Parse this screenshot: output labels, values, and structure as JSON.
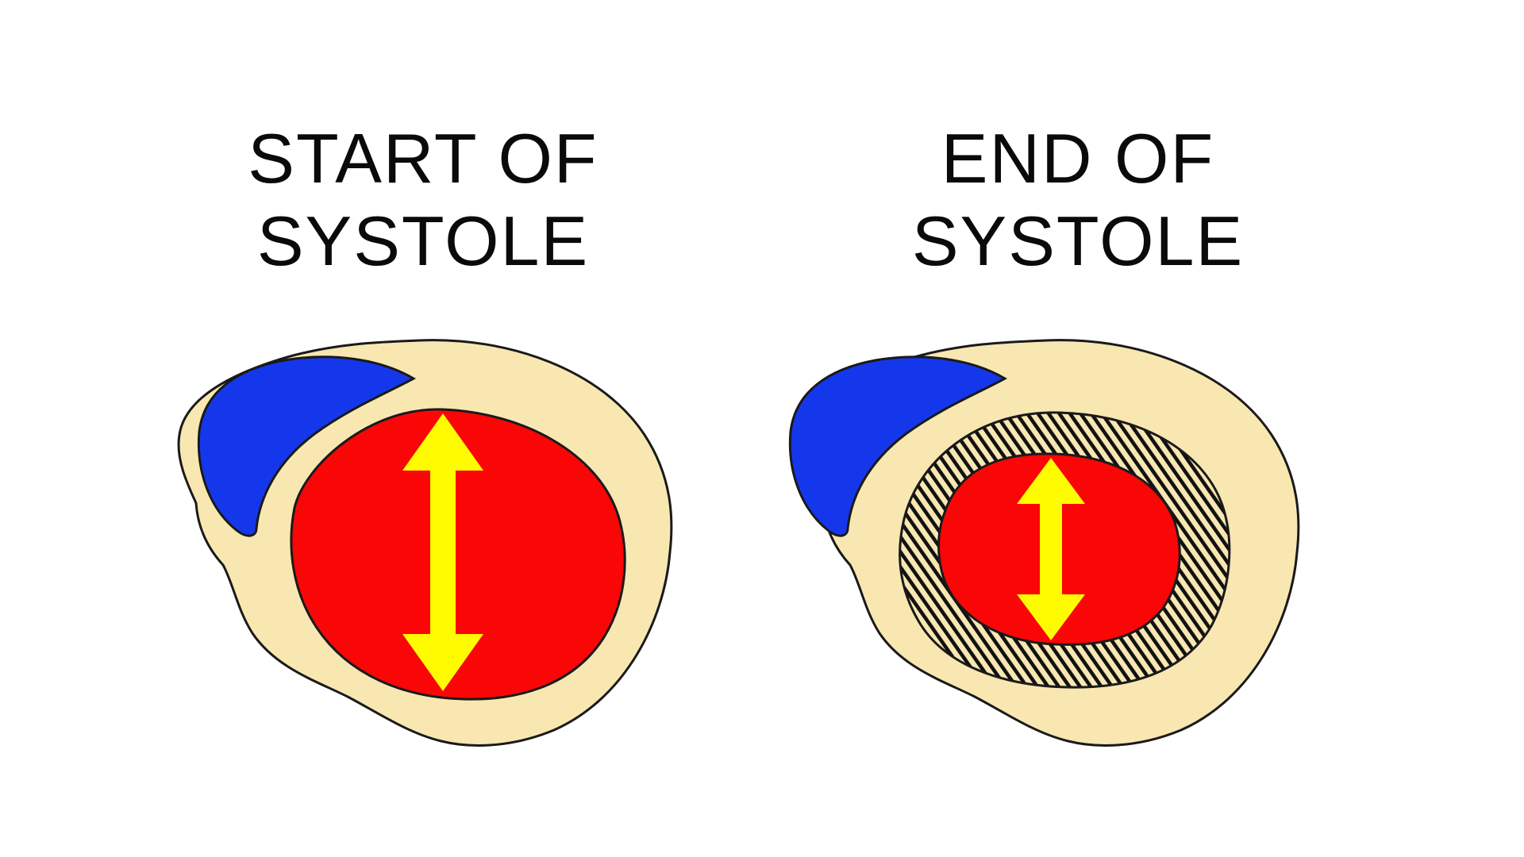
{
  "left_panel": {
    "title_line1": "START OF",
    "title_line2": "SYSTOLE"
  },
  "right_panel": {
    "title_line1": "END OF",
    "title_line2": "SYSTOLE"
  },
  "colors": {
    "background": "#FFFFFF",
    "title_text": "#0A0A0A",
    "myocardium_wall": "#F9E7B2",
    "right_ventricle_blood": "#1537EC",
    "lv_cavity_blood": "#FB0606",
    "dimension_arrow": "#FFFB00",
    "outline": "#1A1A1A",
    "hatch_stripes": "#111111"
  }
}
